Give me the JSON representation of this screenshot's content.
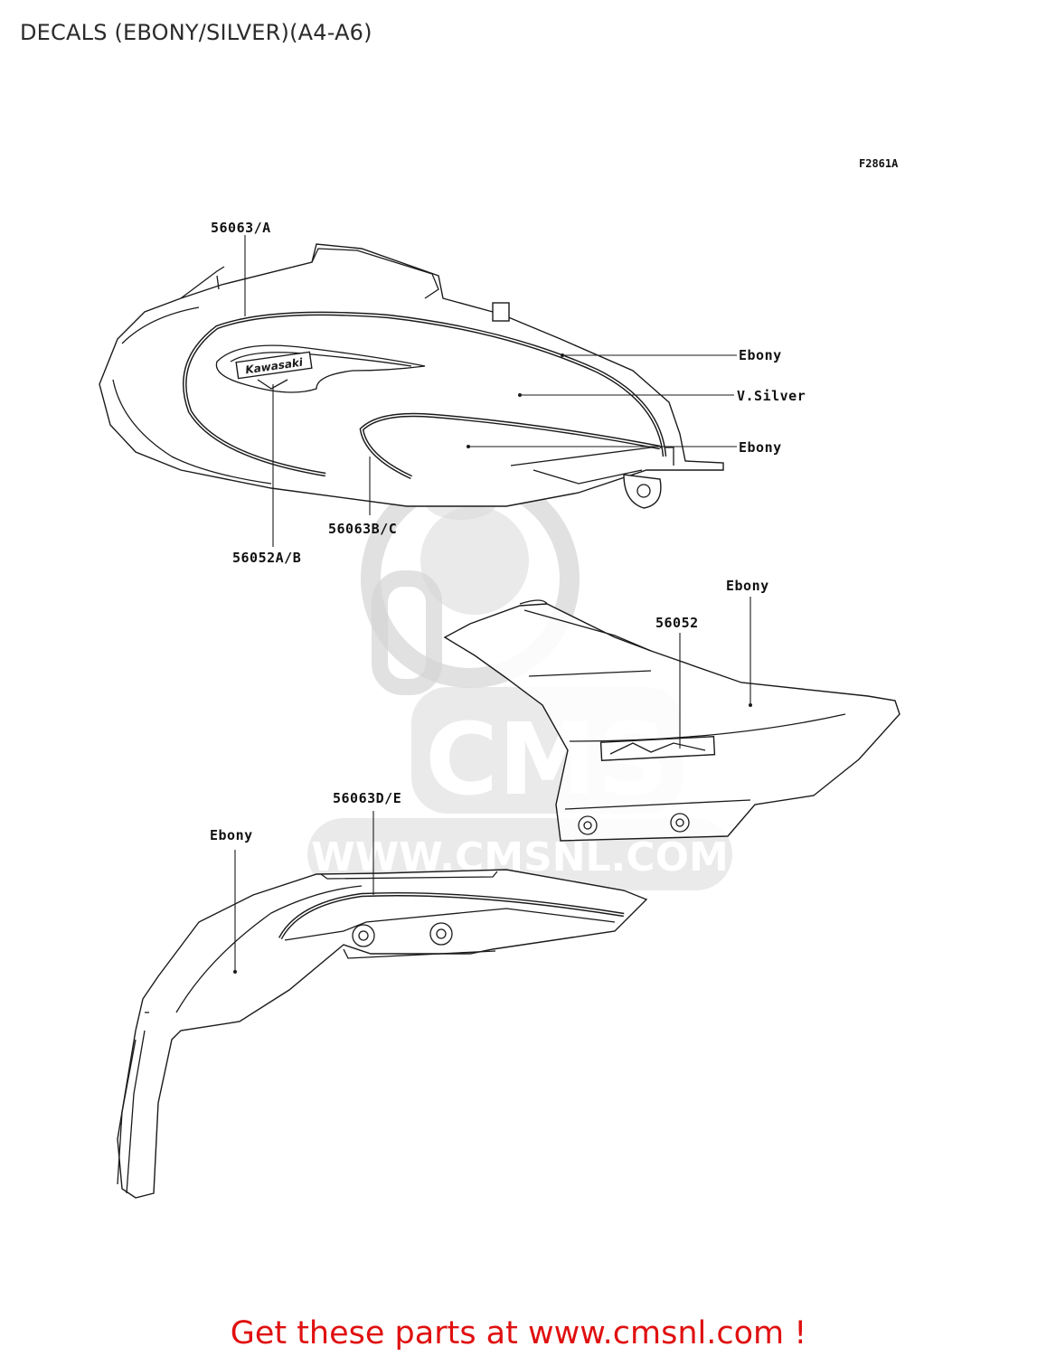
{
  "page": {
    "title": "DECALS (EBONY/SILVER)(A4-A6)"
  },
  "diagram": {
    "figure_code": "F2861A",
    "callouts": {
      "tank_stripe": "56063/A",
      "tank_inner_stripe": "56063B/C",
      "tank_emblem": "56052A/B",
      "side_cover_emblem": "56052",
      "fender_stripe": "56063D/E"
    },
    "color_labels": {
      "tank_upper": "Ebony",
      "tank_middle": "V.Silver",
      "tank_lower": "Ebony",
      "side_cover": "Ebony",
      "fender": "Ebony"
    },
    "emblem_text": "Kawasaki"
  },
  "watermark": {
    "text": "WWW.CMSNL.COM",
    "brand": "CMS"
  },
  "footer": {
    "link_text": "Get these parts at www.cmsnl.com !",
    "color": "#e01010"
  }
}
